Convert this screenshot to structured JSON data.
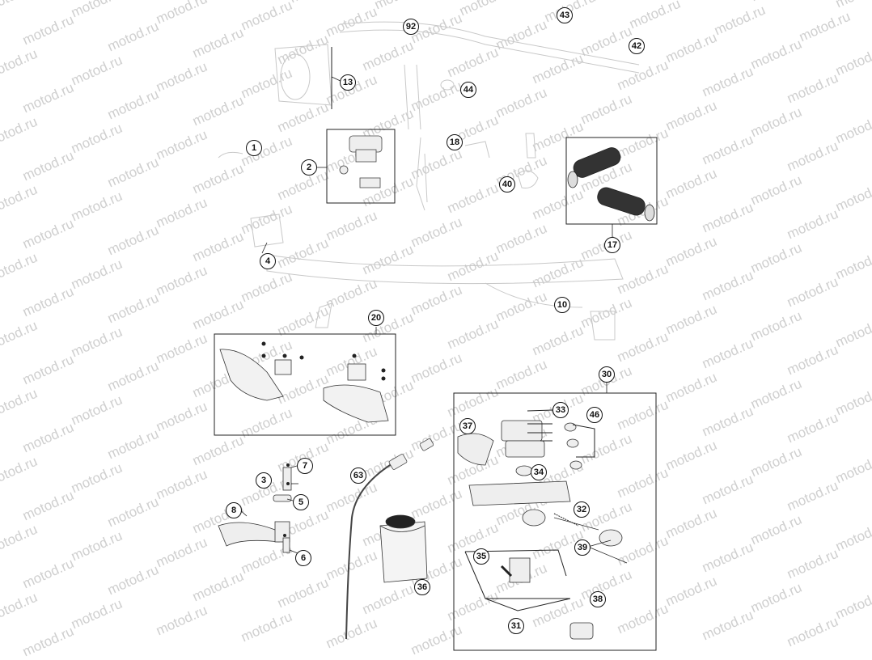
{
  "watermark_text": "motod.ru",
  "parts": [
    "1",
    "2",
    "3",
    "4",
    "5",
    "6",
    "7",
    "8",
    "10",
    "13",
    "17",
    "18",
    "20",
    "30",
    "31",
    "32",
    "33",
    "34",
    "35",
    "36",
    "37",
    "38",
    "39",
    "40",
    "42",
    "43",
    "44",
    "46",
    "63",
    "92"
  ]
}
